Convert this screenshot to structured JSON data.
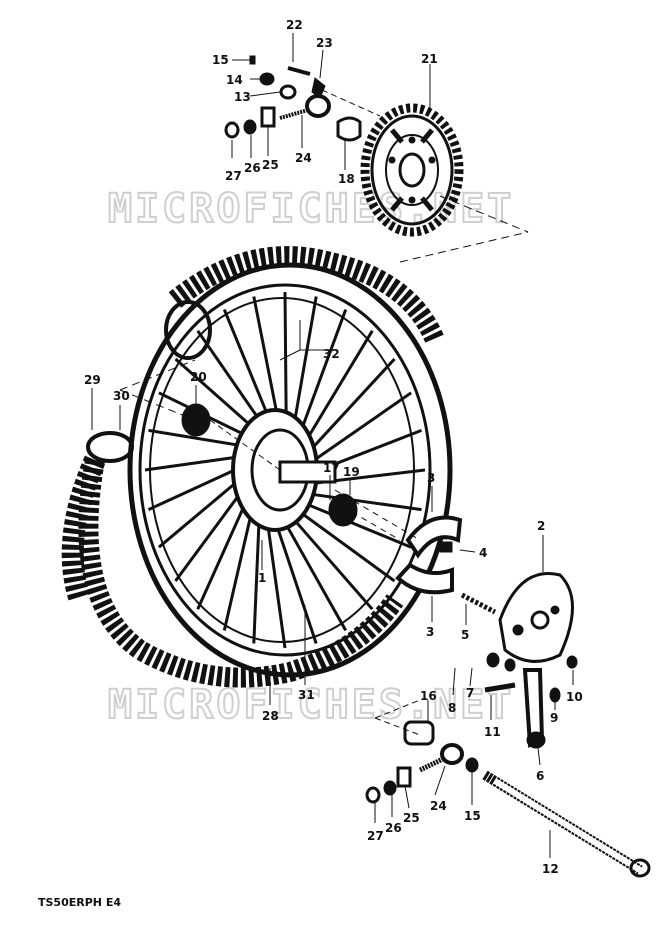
{
  "watermark_top": "MICROFICHES.NET",
  "watermark_bottom": "MICROFICHES.NET",
  "diagram_code": "TS50ERPH E4",
  "labels": {
    "l22": "22",
    "l23": "23",
    "l15a": "15",
    "l14": "14",
    "l13": "13",
    "l21": "21",
    "l27a": "27",
    "l26a": "26",
    "l25a": "25",
    "l24a": "24",
    "l18": "18",
    "l32": "32",
    "l29": "29",
    "l20": "20",
    "l30": "30",
    "l17": "17",
    "l19": "19",
    "l3a": "3",
    "l2": "2",
    "l4": "4",
    "l3b": "3",
    "l5": "5",
    "l1": "1",
    "l31": "31",
    "l28": "28",
    "l16": "16",
    "l7": "7",
    "l8": "8",
    "l9": "9",
    "l10": "10",
    "l11": "11",
    "l6": "6",
    "l24b": "24",
    "l15b": "15",
    "l27b": "27",
    "l26b": "26",
    "l25b": "25",
    "l12": "12"
  }
}
